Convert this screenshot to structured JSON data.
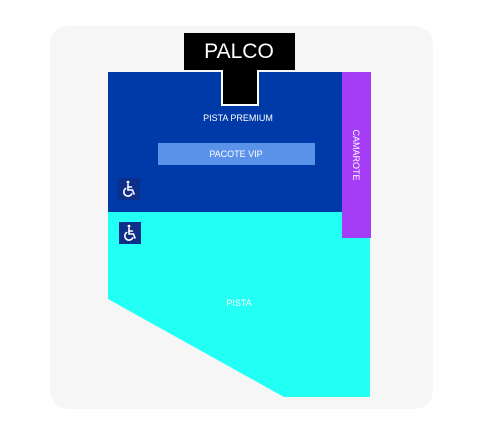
{
  "map": {
    "stage": {
      "label": "PALCO"
    },
    "sectors": {
      "pista_premium": {
        "label": "PISTA PREMIUM",
        "color": "#003aa8"
      },
      "pacote_vip": {
        "label": "PACOTE VIP",
        "color": "#5b93eb"
      },
      "camarote": {
        "label": "CAMAROTE",
        "color": "#a53cf6"
      },
      "pista": {
        "label": "PISTA",
        "color": "#22fff5"
      }
    },
    "accessibility": [
      {
        "icon": "wheelchair-icon"
      },
      {
        "icon": "wheelchair-icon"
      }
    ],
    "colors": {
      "stage": "#000000",
      "card_background": "#f6f6f6",
      "accessibility_badge": "#0d2f8a"
    }
  }
}
